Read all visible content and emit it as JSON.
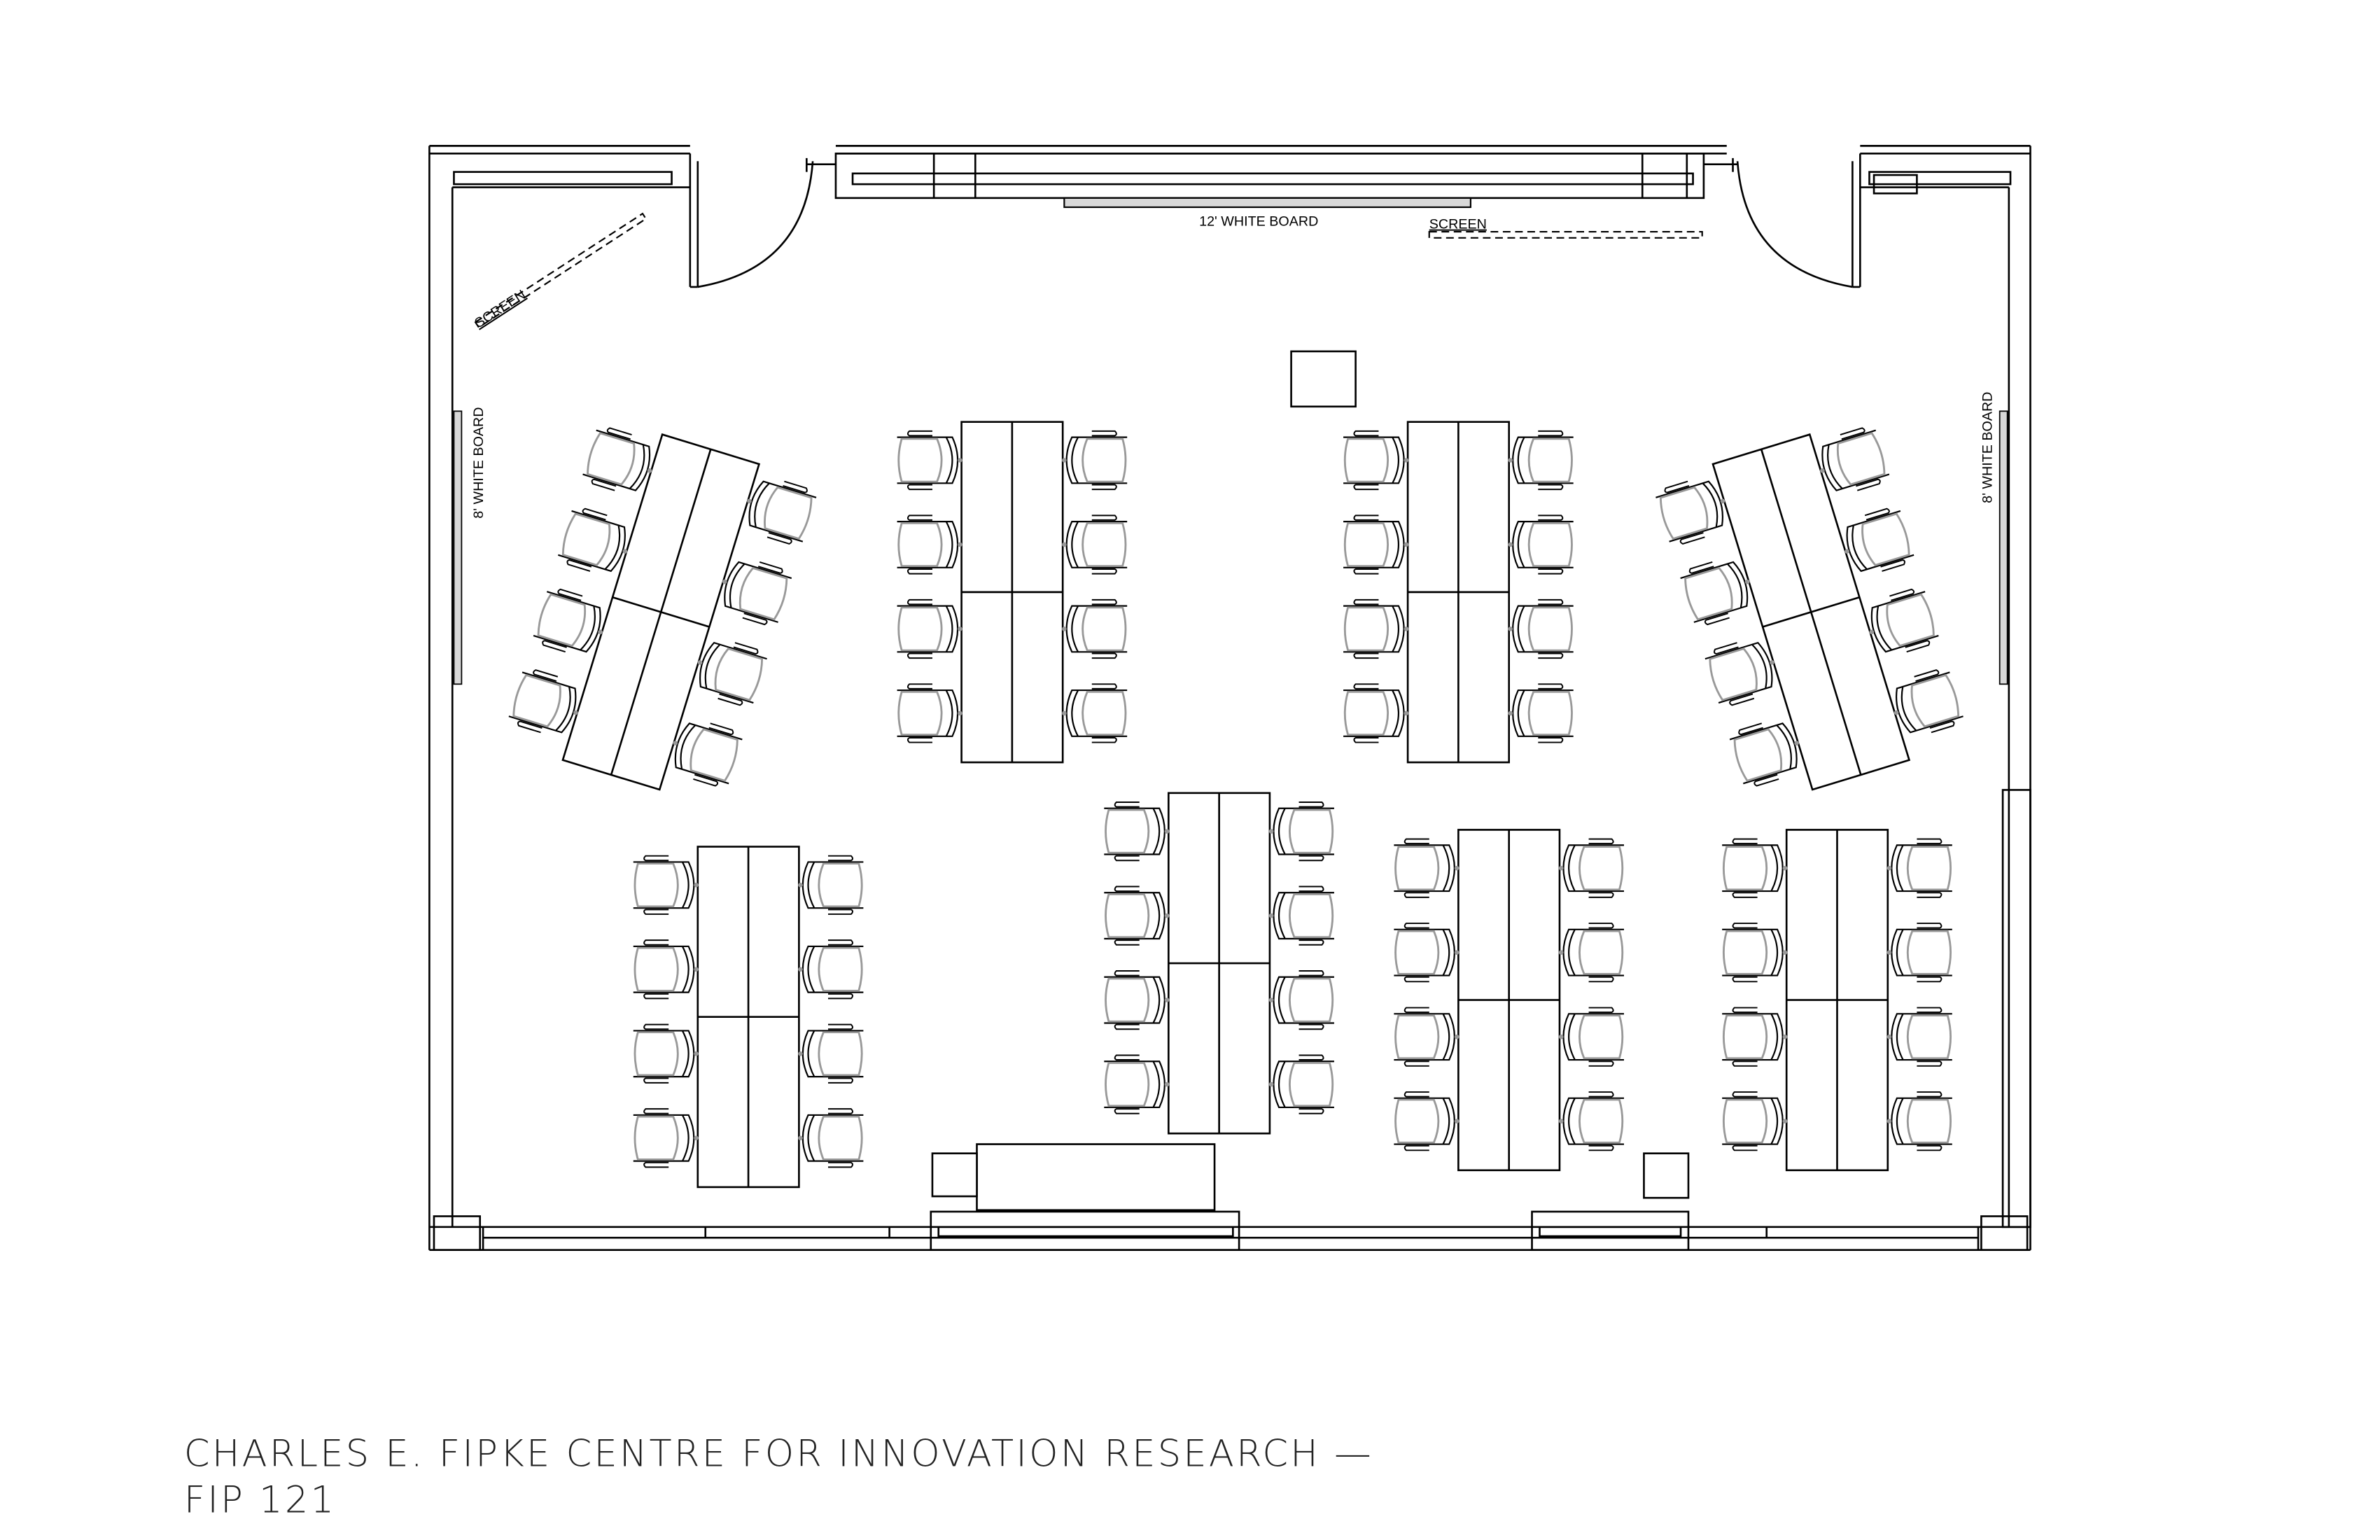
{
  "labels": {
    "front_whiteboard": "12' WHITE BOARD",
    "screen_front": "SCREEN",
    "screen_corner": "SCREEN",
    "left_whiteboard": "8' WHITE BOARD",
    "right_whiteboard": "8' WHITE BOARD"
  },
  "title": {
    "line1": "CHARLES E. FIPKE CENTRE FOR INNOVATION RESEARCH —",
    "line2": "FIP 121"
  },
  "colors": {
    "line": "#000000",
    "chair_inner": "#999999",
    "whiteboard_fill": "#d8d8d8"
  }
}
